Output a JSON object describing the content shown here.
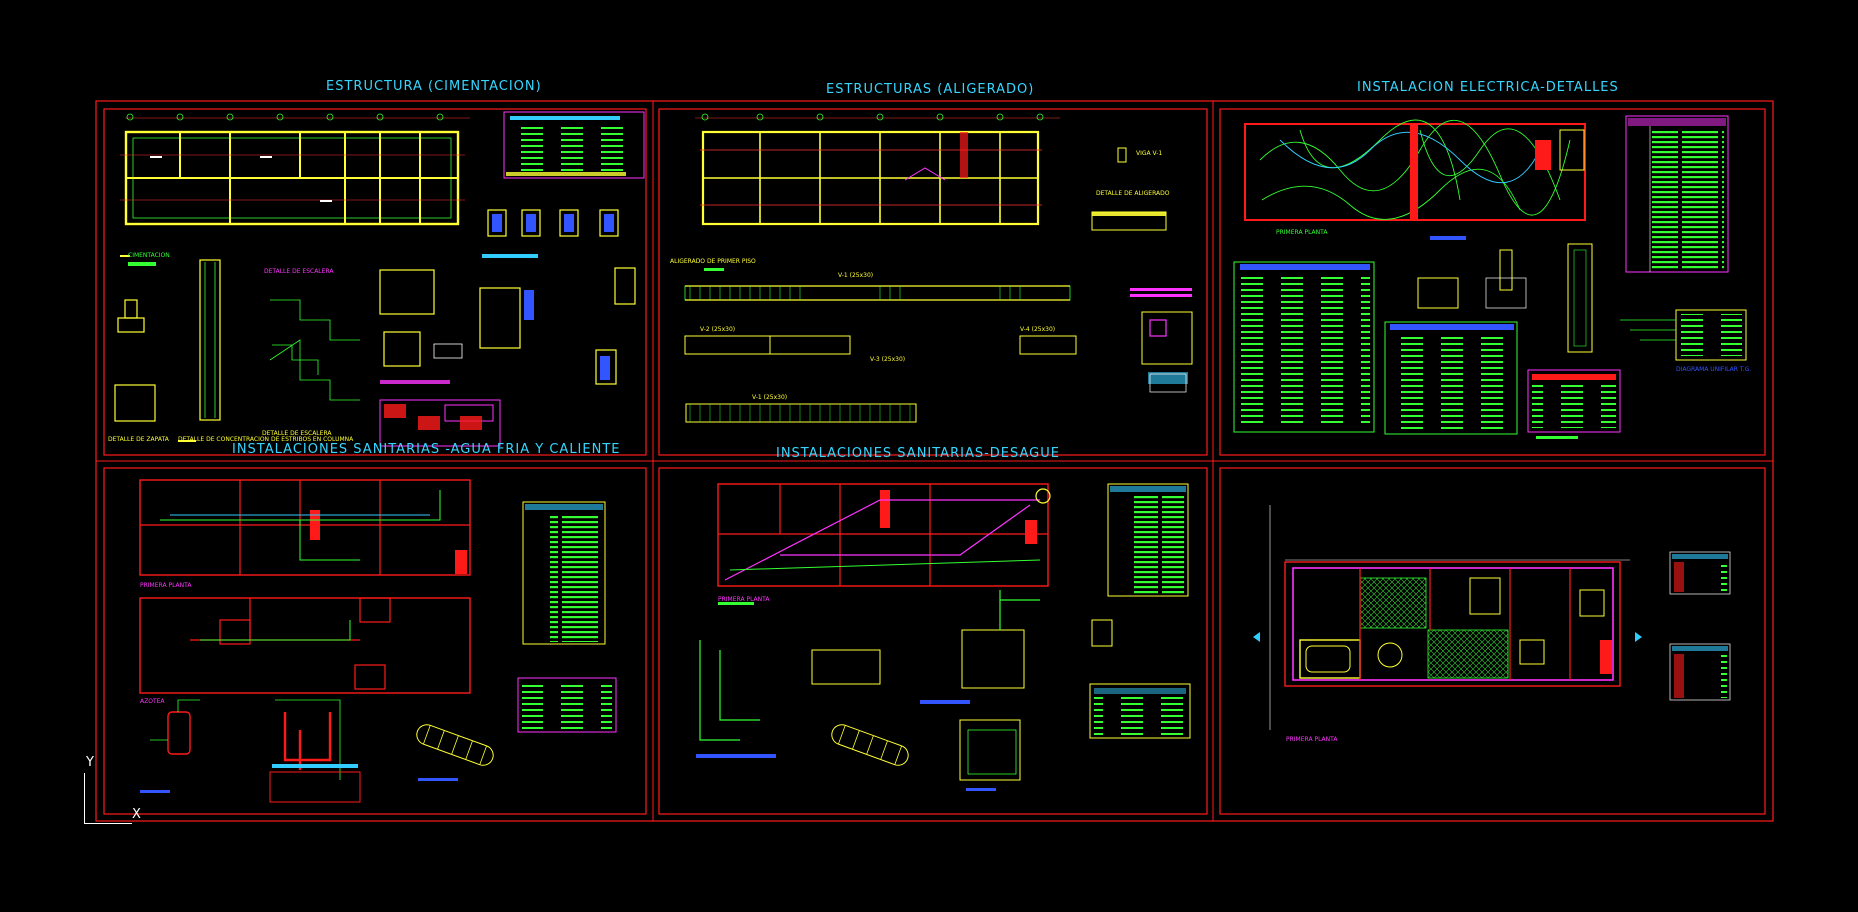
{
  "sheets": [
    {
      "title": "ESTRUCTURA (CIMENTACION)",
      "labels": [
        "CIMENTACION",
        "DETALLE DE ESCALERA",
        "DETALLE DE ZAPATA",
        "DETALLE DE CONCENTRACION DE ESTRIBOS EN COLUMNA",
        "DETALLE DE ESCALERA"
      ]
    },
    {
      "title": "ESTRUCTURAS (ALIGERADO)",
      "labels": [
        "ALIGERADO DE PRIMER PISO",
        "DETALLE DE ALIGERADO",
        "VIGA V-1",
        "V-1 (25x30)",
        "V-1 (25x30)",
        "V-2 (25x30)",
        "V-3 (25x30)",
        "V-4 (25x30)"
      ]
    },
    {
      "title": "INSTALACION ELECTRICA-DETALLES",
      "labels": [
        "PRIMERA PLANTA",
        "DIAGRAMA UNIFILAR T.G."
      ]
    },
    {
      "title": "INSTALACIONES SANITARIAS -AGUA FRIA Y CALIENTE",
      "labels": [
        "PRIMERA PLANTA",
        "AZOTEA"
      ]
    },
    {
      "title": "INSTALACIONES SANITARIAS-DESAGUE",
      "labels": [
        "PRIMERA PLANTA"
      ]
    },
    {
      "title": "",
      "labels": [
        "PRIMERA PLANTA"
      ]
    }
  ],
  "ucs": {
    "x_label": "X",
    "y_label": "Y"
  },
  "colors": {
    "background": "#000000",
    "frame": "#ff1a1a",
    "title": "#36d6ff",
    "wall": "#ffff33",
    "note_text": "#33ff33",
    "pipe": "#ff33ff"
  }
}
